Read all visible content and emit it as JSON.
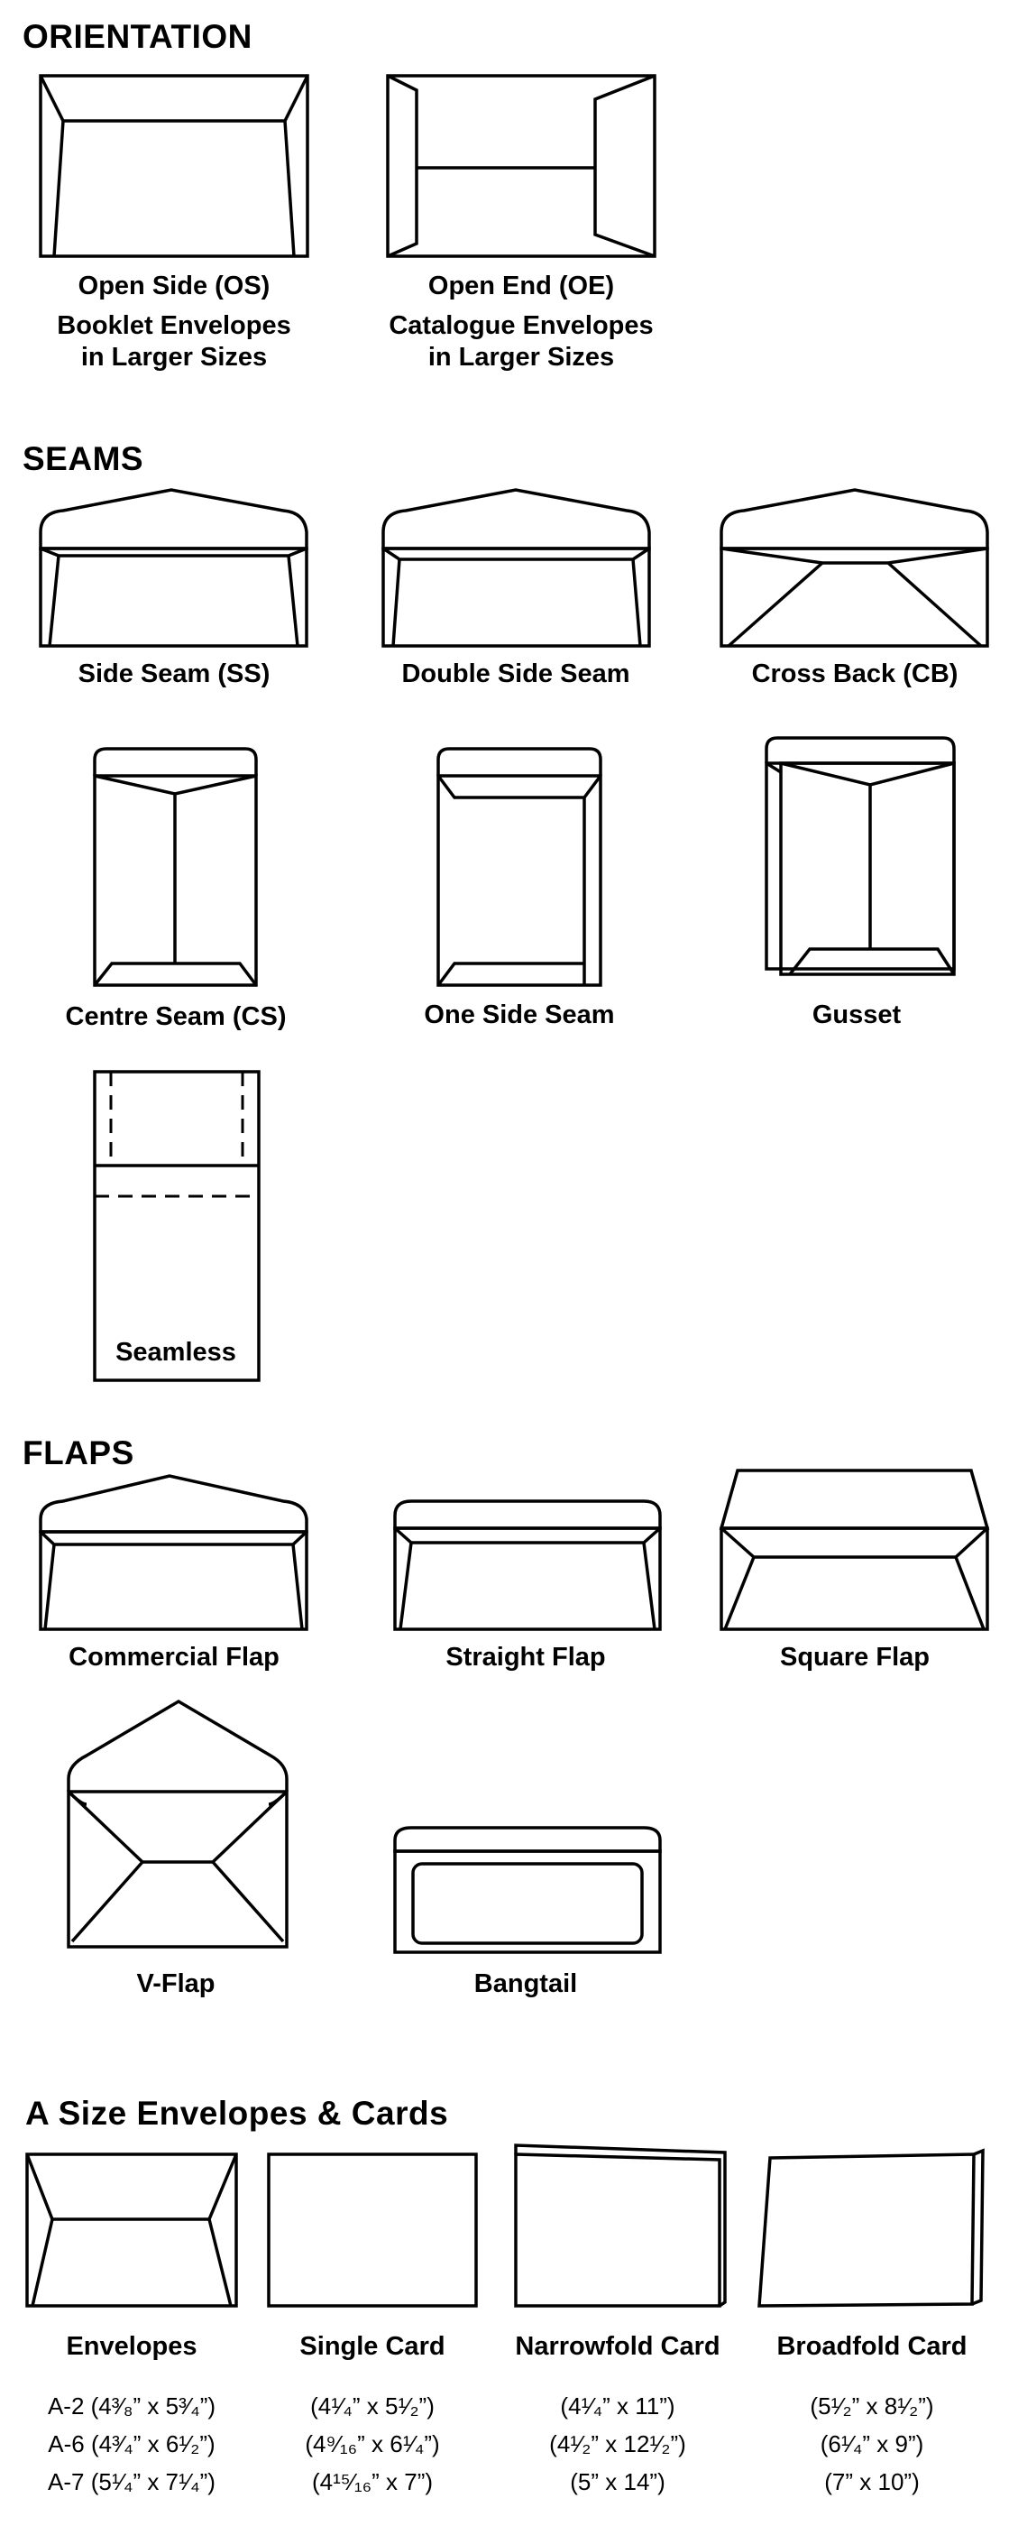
{
  "sections": {
    "orientation": {
      "heading": "ORIENTATION",
      "items": [
        {
          "label": "Open Side (OS)",
          "note_line1": "Booklet Envelopes",
          "note_line2": "in Larger Sizes"
        },
        {
          "label": "Open End (OE)",
          "note_line1": "Catalogue Envelopes",
          "note_line2": "in Larger Sizes"
        }
      ]
    },
    "seams": {
      "heading": "SEAMS",
      "items": [
        {
          "label": "Side Seam (SS)"
        },
        {
          "label": "Double Side Seam"
        },
        {
          "label": "Cross Back (CB)"
        },
        {
          "label": "Centre Seam (CS)"
        },
        {
          "label": "One Side Seam"
        },
        {
          "label": "Gusset"
        },
        {
          "label": "Seamless"
        }
      ]
    },
    "flaps": {
      "heading": "FLAPS",
      "items": [
        {
          "label": "Commercial Flap"
        },
        {
          "label": "Straight Flap"
        },
        {
          "label": "Square Flap"
        },
        {
          "label": "V-Flap"
        },
        {
          "label": "Bangtail"
        }
      ]
    },
    "a_size": {
      "heading": "A Size Envelopes & Cards",
      "columns": [
        {
          "label": "Envelopes",
          "sizes": [
            "A-2 (4³⁄₈” x 5³⁄₄”)",
            "A-6 (4³⁄₄” x 6¹⁄₂”)",
            "A-7 (5¹⁄₄” x 7¹⁄₄”)"
          ]
        },
        {
          "label": "Single Card",
          "sizes": [
            "(4¹⁄₄” x 5¹⁄₂”)",
            "(4⁹⁄₁₆” x 6¹⁄₄”)",
            "(4¹⁵⁄₁₆” x 7”)"
          ]
        },
        {
          "label": "Narrowfold Card",
          "sizes": [
            "(4¹⁄₄” x 11”)",
            "(4¹⁄₂” x 12¹⁄₂”)",
            "(5” x 14”)"
          ]
        },
        {
          "label": "Broadfold Card",
          "sizes": [
            "(5¹⁄₂” x 8¹⁄₂”)",
            "(6¹⁄₄” x 9”)",
            "(7” x 10”)"
          ]
        }
      ]
    }
  }
}
